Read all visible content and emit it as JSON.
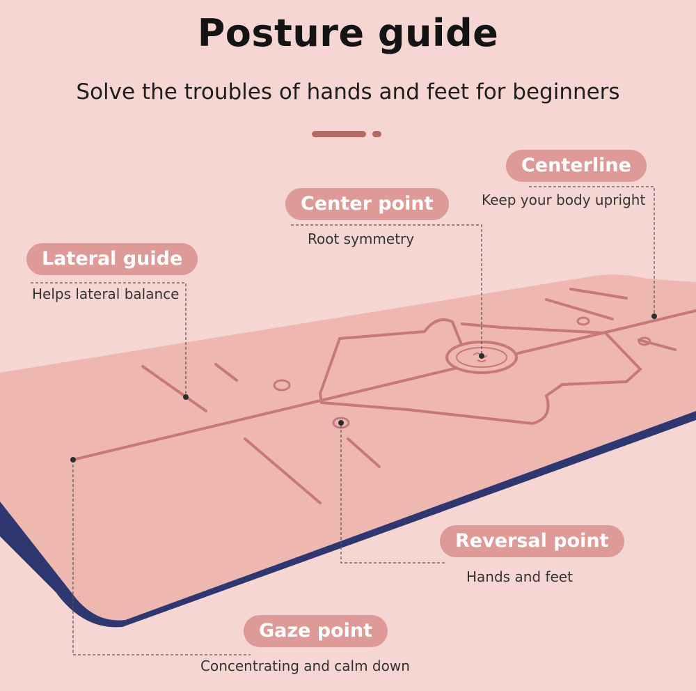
{
  "header": {
    "title": "Posture guide",
    "subtitle": "Solve the troubles of hands and feet for beginners"
  },
  "colors": {
    "background": "#f6d6d2",
    "mat_top": "#eeb8b0",
    "mat_edge": "#2e3770",
    "guide_line": "#c7797a",
    "pill": "#dd9a97"
  },
  "callouts": {
    "centerline": {
      "label": "Centerline",
      "desc": "Keep your body upright"
    },
    "center_point": {
      "label": "Center point",
      "desc": "Root symmetry"
    },
    "lateral_guide": {
      "label": "Lateral guide",
      "desc": "Helps lateral balance"
    },
    "reversal_point": {
      "label": "Reversal point",
      "desc": "Hands and feet"
    },
    "gaze_point": {
      "label": "Gaze point",
      "desc": "Concentrating and calm down"
    }
  }
}
